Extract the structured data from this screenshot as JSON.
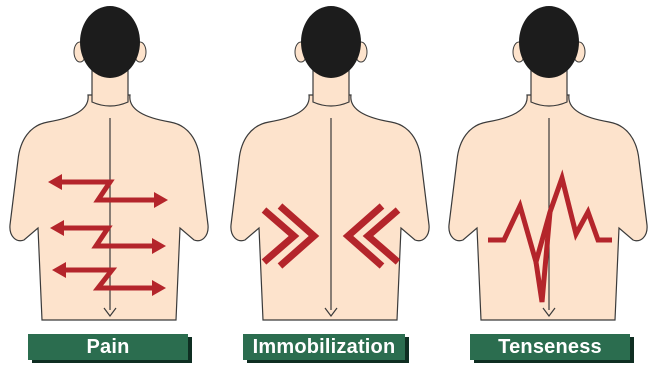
{
  "labels": {
    "pain": "Pain",
    "immobilization": "Immobilization",
    "tenseness": "Tenseness"
  },
  "colors": {
    "skin": "#fde3cc",
    "outline": "#3a3a3a",
    "hair": "#1c1c1c",
    "symbol": "#b4252b",
    "label_bg": "#2b6d4f",
    "label_shadow": "#0f2e22"
  },
  "icons": {
    "pain": "double-headed-zigzag-arrows",
    "immobilization": "inward-chevrons",
    "tenseness": "zigzag-tension-line"
  }
}
